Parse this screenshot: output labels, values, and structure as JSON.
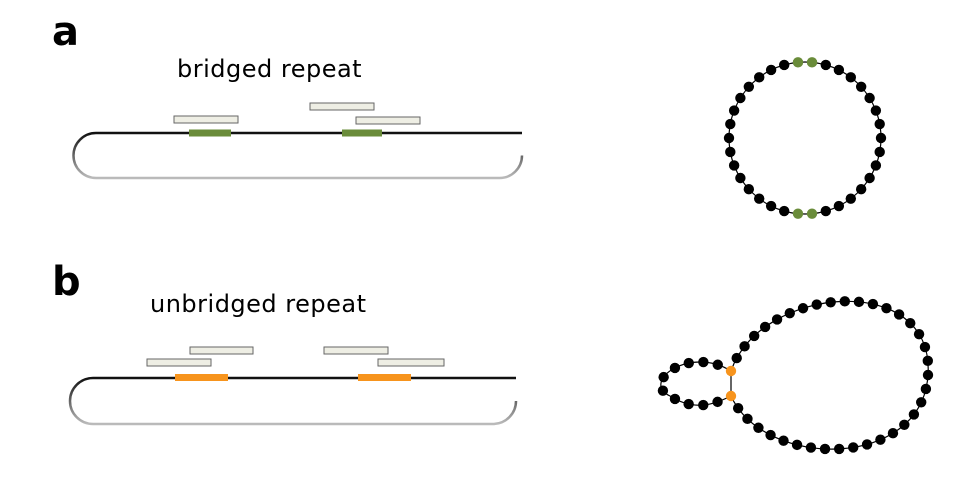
{
  "panels": [
    {
      "letter": "a",
      "title": "bridged repeat",
      "repeat_color": "#6a8c3a",
      "graph": "circle"
    },
    {
      "letter": "b",
      "title": "unbridged repeat",
      "repeat_color": "#f7941d",
      "graph": "loop"
    }
  ],
  "colors": {
    "node": "#000000",
    "read_fill": "#eeeee4",
    "read_stroke": "#666666",
    "chromosome": "#1a1a1a"
  }
}
